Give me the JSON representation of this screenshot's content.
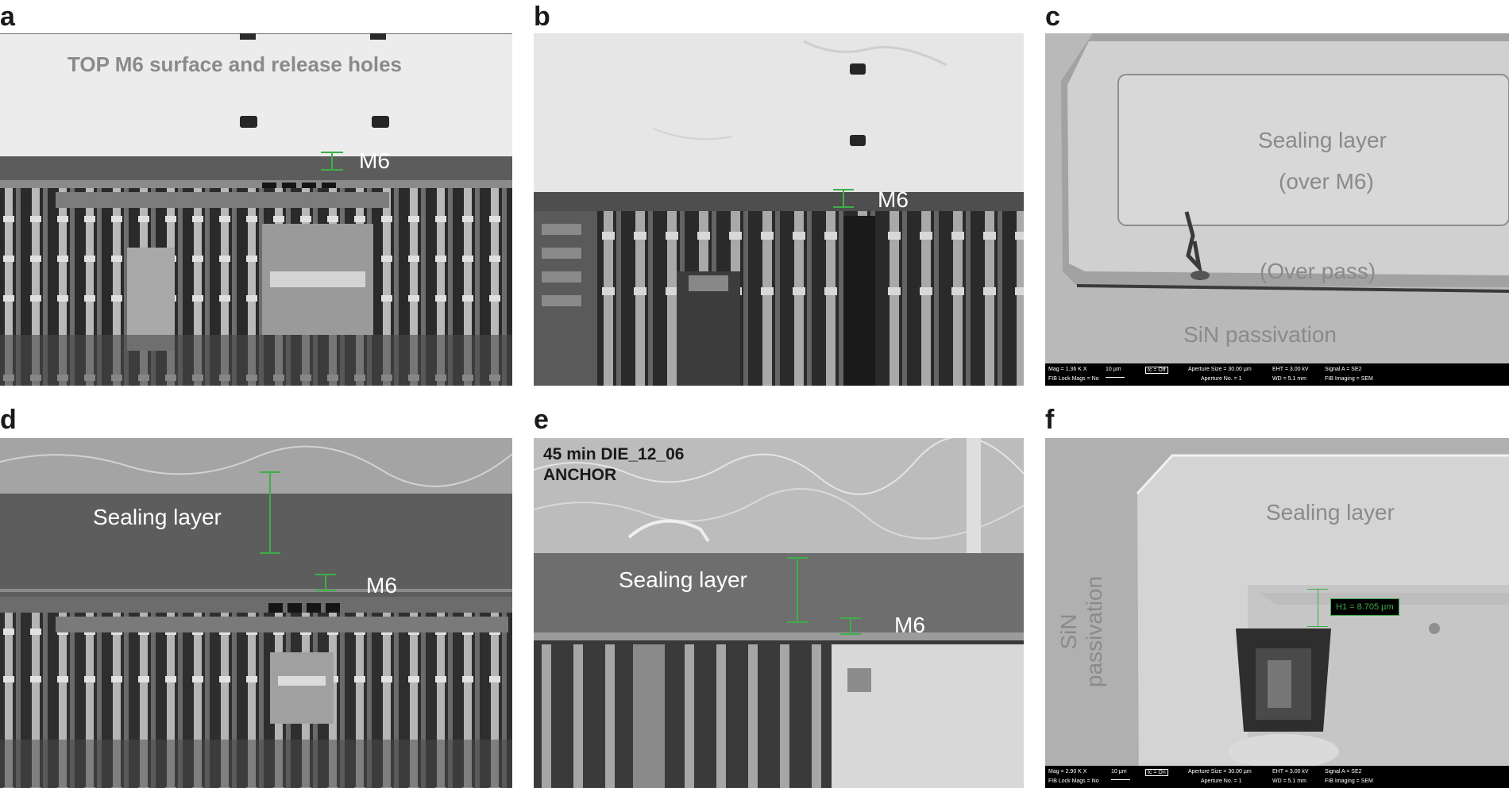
{
  "panels": {
    "a": {
      "label": "a",
      "caption": "TOP M6 surface and release holes",
      "m6": "M6"
    },
    "b": {
      "label": "b",
      "m6": "M6"
    },
    "c": {
      "label": "c",
      "sealing_line1": "Sealing layer",
      "sealing_line2": "(over M6)",
      "overpass": "(Over pass)",
      "sin": "SiN passivation"
    },
    "d": {
      "label": "d",
      "sealing": "Sealing layer",
      "m6": "M6"
    },
    "e": {
      "label": "e",
      "header": "45 min DIE_12_06\nANCHOR",
      "sealing": "Sealing layer",
      "m6": "M6"
    },
    "f": {
      "label": "f",
      "sealing": "Sealing layer",
      "sin": "SiN\npassivation",
      "measurement": "H1 = 8.705 µm"
    }
  },
  "infobar_c": {
    "mag": "Mag = 1.36 K X",
    "fib": "FIB Lock Mags = No",
    "scale": "10 µm",
    "tc": "tc = Off",
    "aperture": "Aperture Size = 30.00 µm",
    "aperture_no": "Aperture No. = 1",
    "eht": "EHT = 3.00 kV",
    "wd": "WD = 5.1 mm",
    "signal": "Signal A = SE2",
    "imaging": "FIB Imaging = SEM"
  },
  "infobar_f": {
    "mag": "Mag = 2.90 K X",
    "fib": "FIB Lock Mags = No",
    "scale": "10 µm",
    "tc": "tc = On",
    "aperture": "Aperture Size = 30.00 µm",
    "aperture_no": "Aperture No. = 1",
    "eht": "EHT = 3.00 kV",
    "wd": "WD = 5.1 mm",
    "signal": "Signal A = SE2",
    "imaging": "FIB Imaging = SEM"
  },
  "colors": {
    "accent_green": "#3fae49"
  }
}
